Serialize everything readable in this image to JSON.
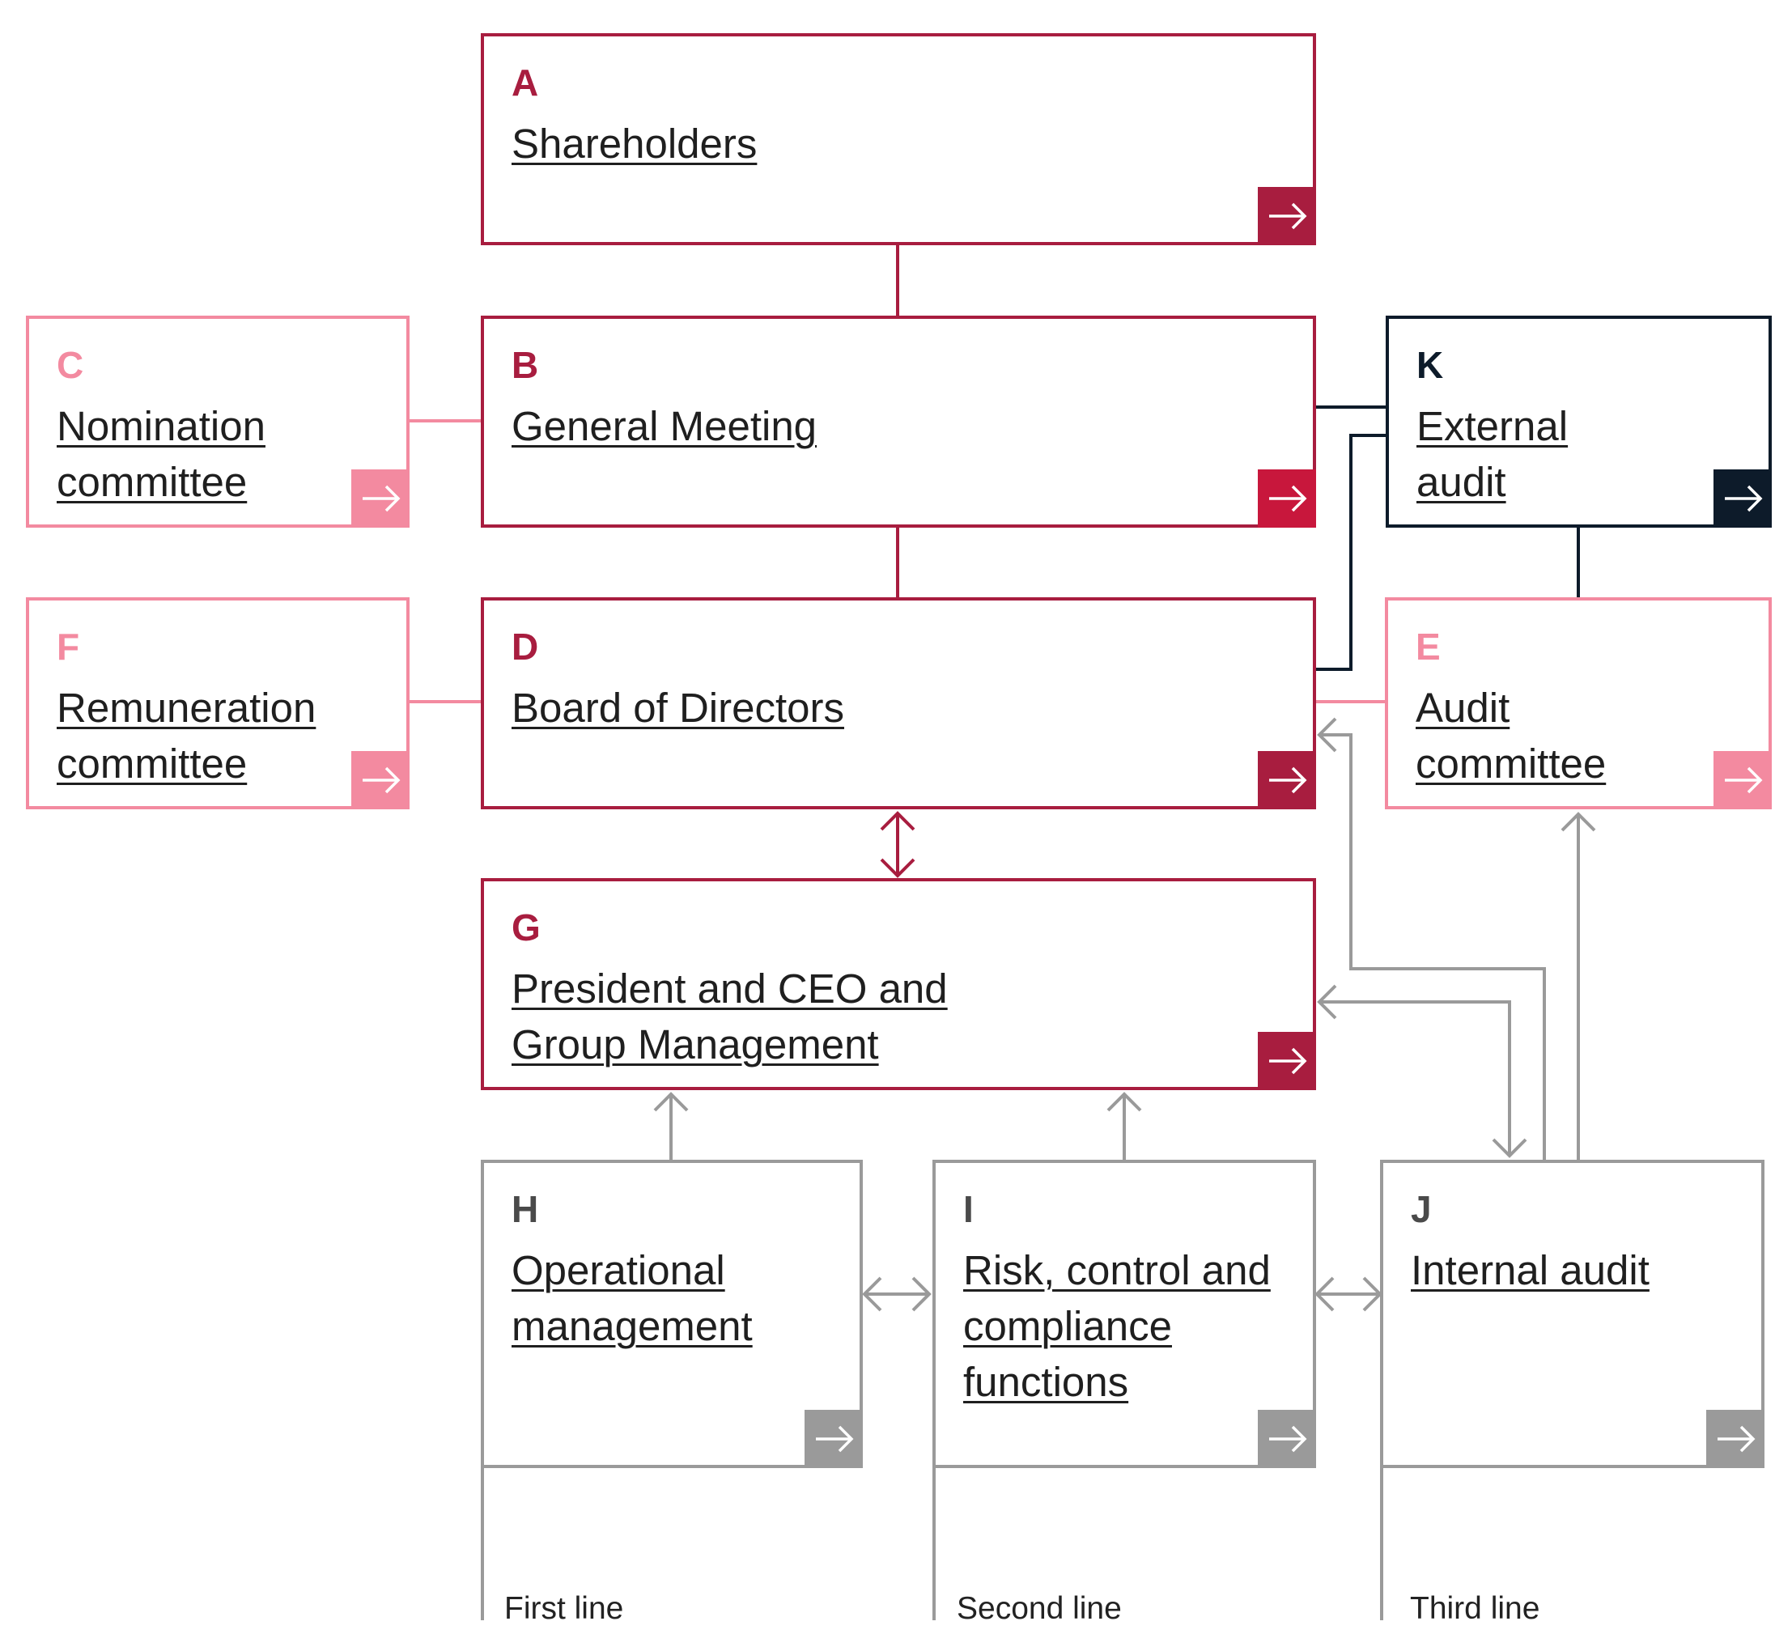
{
  "colors": {
    "crimson": "#a81d3f",
    "bright_red": "#c8173c",
    "pink": "#f38aa0",
    "navy": "#0d1b2a",
    "grey": "#9a9a9a"
  },
  "nodes": {
    "A": {
      "letter": "A",
      "label": "Shareholders"
    },
    "B": {
      "letter": "B",
      "label": "General Meeting"
    },
    "C": {
      "letter": "C",
      "label": "Nomination committee"
    },
    "D": {
      "letter": "D",
      "label": "Board of Directors"
    },
    "E": {
      "letter": "E",
      "label": "Audit committee"
    },
    "F": {
      "letter": "F",
      "label": "Remuneration committee"
    },
    "G": {
      "letter": "G",
      "label": "President and CEO and Group Management"
    },
    "H": {
      "letter": "H",
      "label": "Operational management"
    },
    "I": {
      "letter": "I",
      "label": "Risk, control and compliance functions"
    },
    "J": {
      "letter": "J",
      "label": "Internal audit"
    },
    "K": {
      "letter": "K",
      "label": "External audit"
    }
  },
  "lines_of_defence": {
    "first": "First line",
    "second": "Second line",
    "third": "Third line"
  },
  "icons": {
    "box_link": "arrow-right-icon"
  }
}
